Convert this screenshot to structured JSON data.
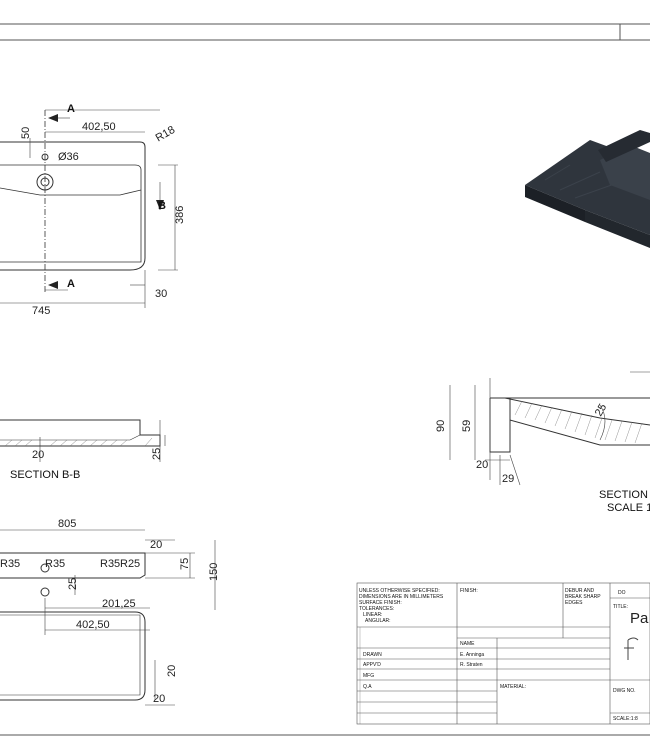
{
  "top_view": {
    "dim_top": "402,50",
    "dim_50": "50",
    "dim_dia": "Ø36",
    "dim_radius": "R18",
    "dim_386": "386",
    "dim_745": "745",
    "dim_30": "30",
    "section_a_top": "A",
    "section_a_bottom": "A",
    "section_b": "B"
  },
  "section_bb": {
    "title": "SECTION B-B",
    "dim_20": "20",
    "dim_25": "25"
  },
  "section_aa": {
    "title": "SECTION",
    "scale": "SCALE 1",
    "dim_90": "90",
    "dim_59": "59",
    "dim_20": "20",
    "dim_29": "29",
    "dim_25": "25"
  },
  "bottom_view": {
    "dim_805": "805",
    "dim_20_top": "20",
    "dim_r35_a": "R35",
    "dim_r35_b": "R35",
    "dim_r35_c": "R35",
    "dim_r25": "R25",
    "dim_75": "75",
    "dim_150": "150",
    "dim_25": "25",
    "dim_201": "201,25",
    "dim_402": "402,50",
    "dim_20_right": "20",
    "dim_20_bottom": "20"
  },
  "title_block": {
    "notes": [
      "UNLESS OTHERWISE SPECIFIED:",
      "DIMENSIONS ARE IN MILLIMETERS",
      "SURFACE FINISH:",
      "TOLERANCES:",
      "LINEAR:",
      "ANGULAR:"
    ],
    "finish": "FINISH:",
    "deburr": [
      "DEBUR AND",
      "BREAK SHARP",
      "EDGES"
    ],
    "title_label": "TITLE:",
    "title_value": "Pa",
    "name_header": "NAME",
    "drawn": "DRAWN",
    "drawn_name": "E. Anninga",
    "apprvd": "APPV'D",
    "apprvd_name": "R. Straten",
    "mfg": "MFG",
    "qa": "Q.A",
    "material": "MATERIAL:",
    "dwg_no": "DWG NO.",
    "scale": "SCALE:1:8",
    "do": "DO"
  }
}
